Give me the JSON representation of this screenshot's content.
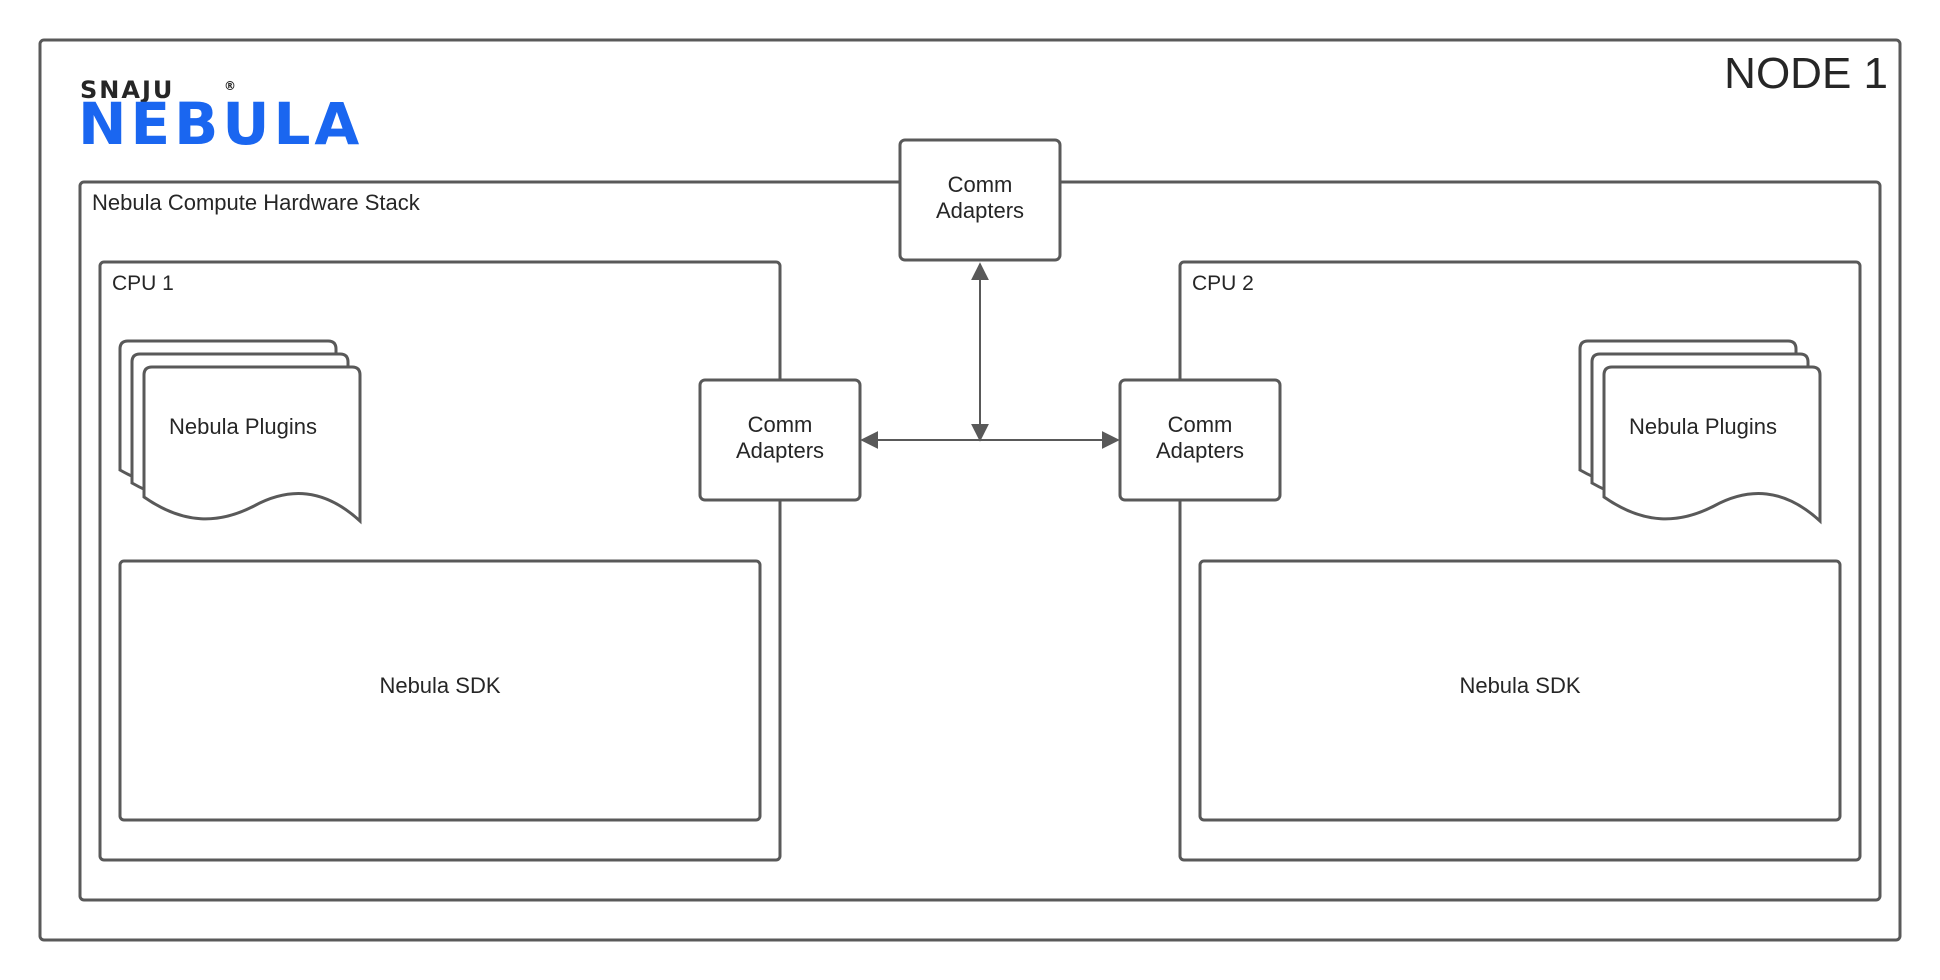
{
  "logo": {
    "brand_small": "SNAJU",
    "registered_mark": "®",
    "brand_big": "NEBULA",
    "brand_color": "#1a66f0",
    "brand_small_color": "#262626"
  },
  "node": {
    "title": "NODE 1"
  },
  "stack": {
    "title": "Nebula Compute Hardware Stack"
  },
  "top_adapter": {
    "line1": "Comm",
    "line2": "Adapters"
  },
  "cpu1": {
    "title": "CPU 1",
    "plugins_label": "Nebula Plugins",
    "sdk_label": "Nebula SDK",
    "adapter_line1": "Comm",
    "adapter_line2": "Adapters"
  },
  "cpu2": {
    "title": "CPU 2",
    "plugins_label": "Nebula Plugins",
    "sdk_label": "Nebula SDK",
    "adapter_line1": "Comm",
    "adapter_line2": "Adapters"
  },
  "colors": {
    "stroke": "#595959",
    "text": "#262626"
  }
}
